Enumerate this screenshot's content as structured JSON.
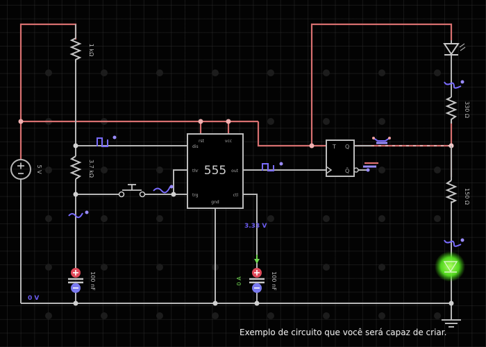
{
  "caption": "Exemplo de circuito que você será capaz de criar.",
  "components": {
    "voltage_source": {
      "label": "5 V",
      "icon": "dc-voltage-source-icon"
    },
    "r1": {
      "label": "1 kΩ"
    },
    "r2": {
      "label": "3.7 kΩ"
    },
    "c1": {
      "label": "100 nF"
    },
    "c2": {
      "label": "100 nF",
      "current": "0 A"
    },
    "timer": {
      "title": "555",
      "pins": {
        "rst": "rst",
        "vcc": "vcc",
        "dis": "dis",
        "thr": "thr",
        "out": "out",
        "trg": "trg",
        "ctl": "ctl",
        "gnd": "gnd"
      }
    },
    "flipflop": {
      "t": "T",
      "q": "Q",
      "qbar": "Q̄"
    },
    "r3": {
      "label": "330 Ω"
    },
    "r4": {
      "label": "150 Ω"
    },
    "led_top": {
      "icon": "led-icon"
    },
    "led_bottom": {
      "icon": "led-icon",
      "state": "on",
      "color": "#5de02a"
    },
    "pushbutton": {
      "icon": "pushbutton-icon"
    },
    "ground": {
      "icon": "ground-icon"
    }
  },
  "readouts": {
    "ground_voltage": "0 V",
    "ctl_voltage": "3.33 V"
  },
  "colors": {
    "wire_high": "#d87070",
    "wire_low": "#b8b8b8",
    "scope": "#7a6cff",
    "current_label": "#6fd64f",
    "voltage_label": "#6b5cf0"
  }
}
